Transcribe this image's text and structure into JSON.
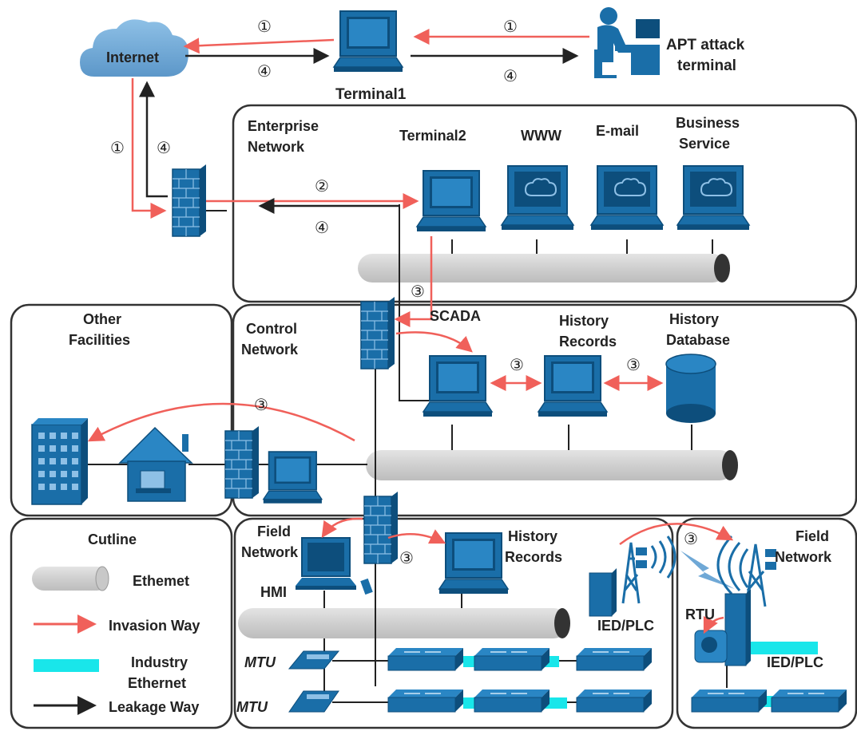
{
  "labels": {
    "internet": "Internet",
    "terminal1": "Terminal1",
    "apt_line1": "APT attack",
    "apt_line2": "terminal",
    "enterprise_line1": "Enterprise",
    "enterprise_line2": "Network",
    "terminal2": "Terminal2",
    "www": "WWW",
    "email": "E-mail",
    "business_line1": "Business",
    "business_line2": "Service",
    "other_line1": "Other",
    "other_line2": "Facilities",
    "control_line1": "Control",
    "control_line2": "Network",
    "scada": "SCADA",
    "history_records_line1": "History",
    "history_records_line2": "Records",
    "history_db_line1": "History",
    "history_db_line2": "Database",
    "field_line1": "Field",
    "field_line2": "Network",
    "hmi": "HMI",
    "history_records2_line1": "History",
    "history_records2_line2": "Records",
    "ied_plc": "IED/PLC",
    "field2_line1": "Field",
    "field2_line2": "Network",
    "rtu": "RTU",
    "ied_plc2": "IED/PLC",
    "mtu": "MTU"
  },
  "steps": {
    "one": "①",
    "two": "②",
    "three": "③",
    "four": "④"
  },
  "legend": {
    "title": "Cutline",
    "ethernet": "Ethemet",
    "invasion": "Invasion Way",
    "industry_line1": "Industry",
    "industry_line2": "Ethernet",
    "leakage": "Leakage Way"
  },
  "colors": {
    "invasion": "#f0605a",
    "leakage": "#222222",
    "device": "#1a6ea8",
    "device_dark": "#0d4e7c",
    "ethernet": "#d0d0d0",
    "industry_ethernet": "#19e6ea",
    "cloud": "#6fa8d6"
  }
}
